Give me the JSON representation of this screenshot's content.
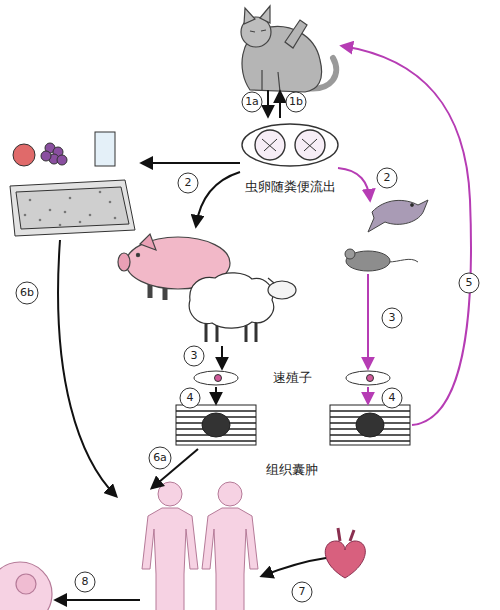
{
  "diagram": {
    "labels": [
      "1a",
      "1b",
      "2",
      "2",
      "虫卵随粪便流出",
      "5",
      "6b",
      "3",
      "3",
      "速殖子",
      "4",
      "4",
      "6a",
      "组织囊肿",
      "8",
      "7"
    ]
  }
}
